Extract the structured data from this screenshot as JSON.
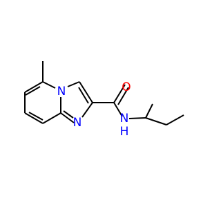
{
  "molecule": {
    "atoms": {
      "oxygen": {
        "symbol": "O",
        "color": "#ff0000"
      },
      "ring_nitrogen": {
        "symbol": "N",
        "color": "#0000ff"
      },
      "imidazole_nitrogen": {
        "symbol": "N",
        "color": "#0000ff"
      },
      "amide_nitrogen": {
        "symbol": "N",
        "color": "#0000ff"
      },
      "amide_hydrogen": {
        "symbol": "H",
        "color": "#0000ff"
      }
    },
    "bond_color": "#000000",
    "background": "#ffffff"
  }
}
